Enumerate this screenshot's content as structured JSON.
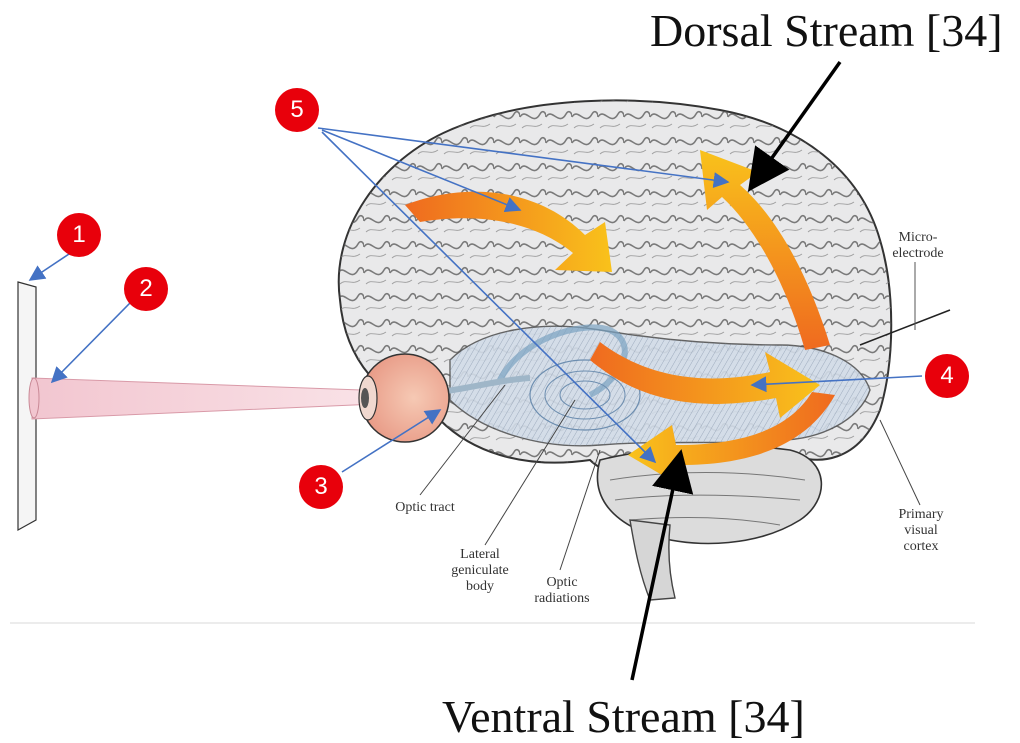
{
  "labels": {
    "dorsal_stream": "Dorsal Stream [34]",
    "ventral_stream": "Ventral Stream [34]",
    "micro_electrode": "Micro-\nelectrode",
    "primary_visual_cortex": "Primary\nvisual\ncortex",
    "optic_tract": "Optic tract",
    "lateral_geniculate_body": "Lateral\ngeniculate\nbody",
    "optic_radiations": "Optic\nradiations"
  },
  "markers": [
    "1",
    "2",
    "3",
    "4",
    "5"
  ],
  "colors": {
    "marker_red": "#e8000b",
    "pointer_blue": "#4472c4",
    "stream_orange": "#f07d1e",
    "stream_yellow": "#f9c21b"
  }
}
